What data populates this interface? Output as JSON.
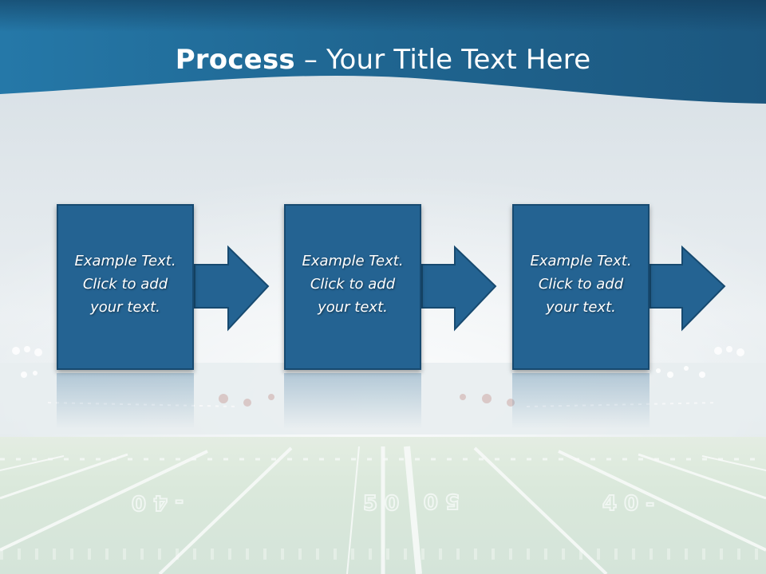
{
  "slide": {
    "title_bold": "Process",
    "title_rest": " – Your Title Text Here",
    "colors": {
      "header": "#1f5f88",
      "box": "#246392",
      "box_border": "#174a70",
      "field": "#cfe3cf",
      "sky": "#e6ecef"
    },
    "field_numbers": {
      "left": "- 4 0",
      "center_left": "5 0",
      "center_right": "5 0",
      "right": "4 0 -"
    },
    "steps": [
      {
        "lines": [
          "Example Text.",
          "Click  to add",
          "your text."
        ],
        "arrow_icon": "right-arrow-icon"
      },
      {
        "lines": [
          "Example Text.",
          "Click  to add",
          "your text."
        ],
        "arrow_icon": "right-arrow-icon"
      },
      {
        "lines": [
          "Example Text.",
          "Click  to add",
          "your text."
        ],
        "arrow_icon": "right-arrow-icon"
      }
    ]
  }
}
